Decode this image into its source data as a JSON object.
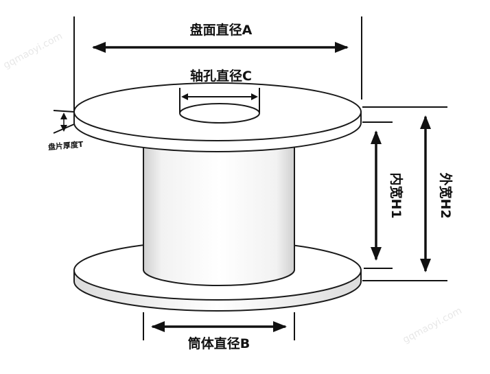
{
  "labels": {
    "flange_diameter": "盘面直径A",
    "bore_diameter": "轴孔直径C",
    "flange_thickness": "盘片厚度T",
    "inner_width": "内宽H1",
    "outer_width": "外宽H2",
    "barrel_diameter": "筒体直径B"
  },
  "watermark": "gqmaoyi.com",
  "colors": {
    "line": "#111111",
    "fill": "#ffffff",
    "shadow": "#d9d9d9"
  }
}
